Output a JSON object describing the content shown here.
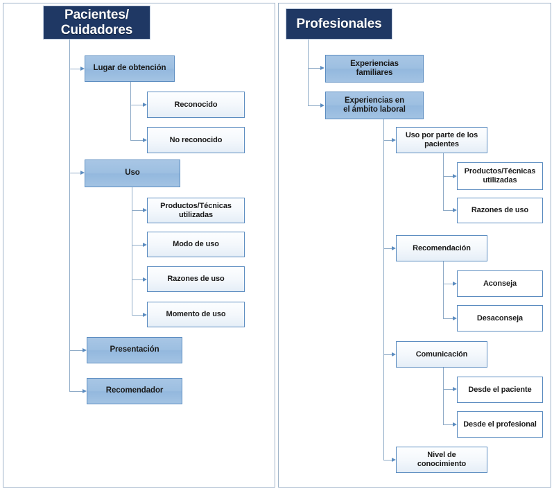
{
  "diagram": {
    "type": "tree-diagram",
    "title_left": "Pacientes/\nCuidadores",
    "columns": [
      {
        "id": "pacientes",
        "root": {
          "label_line1": "Pacientes/",
          "label_line2": "Cuidadores"
        },
        "nodes": [
          {
            "id": "lugar-de-obtencion",
            "label": "Lugar de obtención",
            "level": 2
          },
          {
            "id": "reconocido",
            "label": "Reconocido",
            "level": 3
          },
          {
            "id": "no-reconocido",
            "label": "No reconocido",
            "level": 3
          },
          {
            "id": "uso",
            "label": "Uso",
            "level": 2
          },
          {
            "id": "productos-tecnicas-utilizadas",
            "label_line1": "Productos/Técnicas",
            "label_line2": "utilizadas",
            "level": 3
          },
          {
            "id": "modo-de-uso",
            "label": "Modo de uso",
            "level": 3
          },
          {
            "id": "razones-de-uso",
            "label": "Razones de uso",
            "level": 3
          },
          {
            "id": "momento-de-uso",
            "label": "Momento de uso",
            "level": 3
          },
          {
            "id": "presentacion",
            "label": "Presentación",
            "level": 2
          },
          {
            "id": "recomendador",
            "label": "Recomendador",
            "level": 2
          }
        ]
      },
      {
        "id": "profesionales",
        "root": {
          "label": "Profesionales"
        },
        "nodes": [
          {
            "id": "experiencias-familiares",
            "label_line1": "Experiencias",
            "label_line2": "familiares",
            "level": 2
          },
          {
            "id": "experiencias-ambito-laboral",
            "label_line1": "Experiencias en",
            "label_line2": "el ámbito laboral",
            "level": 2
          },
          {
            "id": "uso-por-parte-de-los-pacientes",
            "label_line1": "Uso por parte de los",
            "label_line2": "pacientes",
            "level": 3
          },
          {
            "id": "productos-tecnicas-utilizadas-prof",
            "label_line1": "Productos/Técnicas",
            "label_line2": "utilizadas",
            "level": 4
          },
          {
            "id": "razones-de-uso-prof",
            "label": "Razones de uso",
            "level": 4
          },
          {
            "id": "recomendacion",
            "label": "Recomendación",
            "level": 3
          },
          {
            "id": "aconseja",
            "label": "Aconseja",
            "level": 4
          },
          {
            "id": "desaconseja",
            "label": "Desaconseja",
            "level": 4
          },
          {
            "id": "comunicacion",
            "label": "Comunicación",
            "level": 3
          },
          {
            "id": "desde-el-paciente",
            "label": "Desde el paciente",
            "level": 4
          },
          {
            "id": "desde-el-profesional",
            "label": "Desde el profesional",
            "level": 4
          },
          {
            "id": "nivel-de-conocimiento",
            "label_line1": "Nivel de",
            "label_line2": "conocimiento",
            "level": 3
          }
        ]
      }
    ],
    "colors": {
      "root_fill": "#1f3864",
      "root_text": "#ffffff",
      "level2_fill": "#9dbfe1",
      "level3_fill": "#f0f6fb",
      "level4_fill": "#ffffff",
      "border": "#5b8cc0",
      "connector": "#8fabc7",
      "panel_border": "#9fb3c8"
    }
  }
}
